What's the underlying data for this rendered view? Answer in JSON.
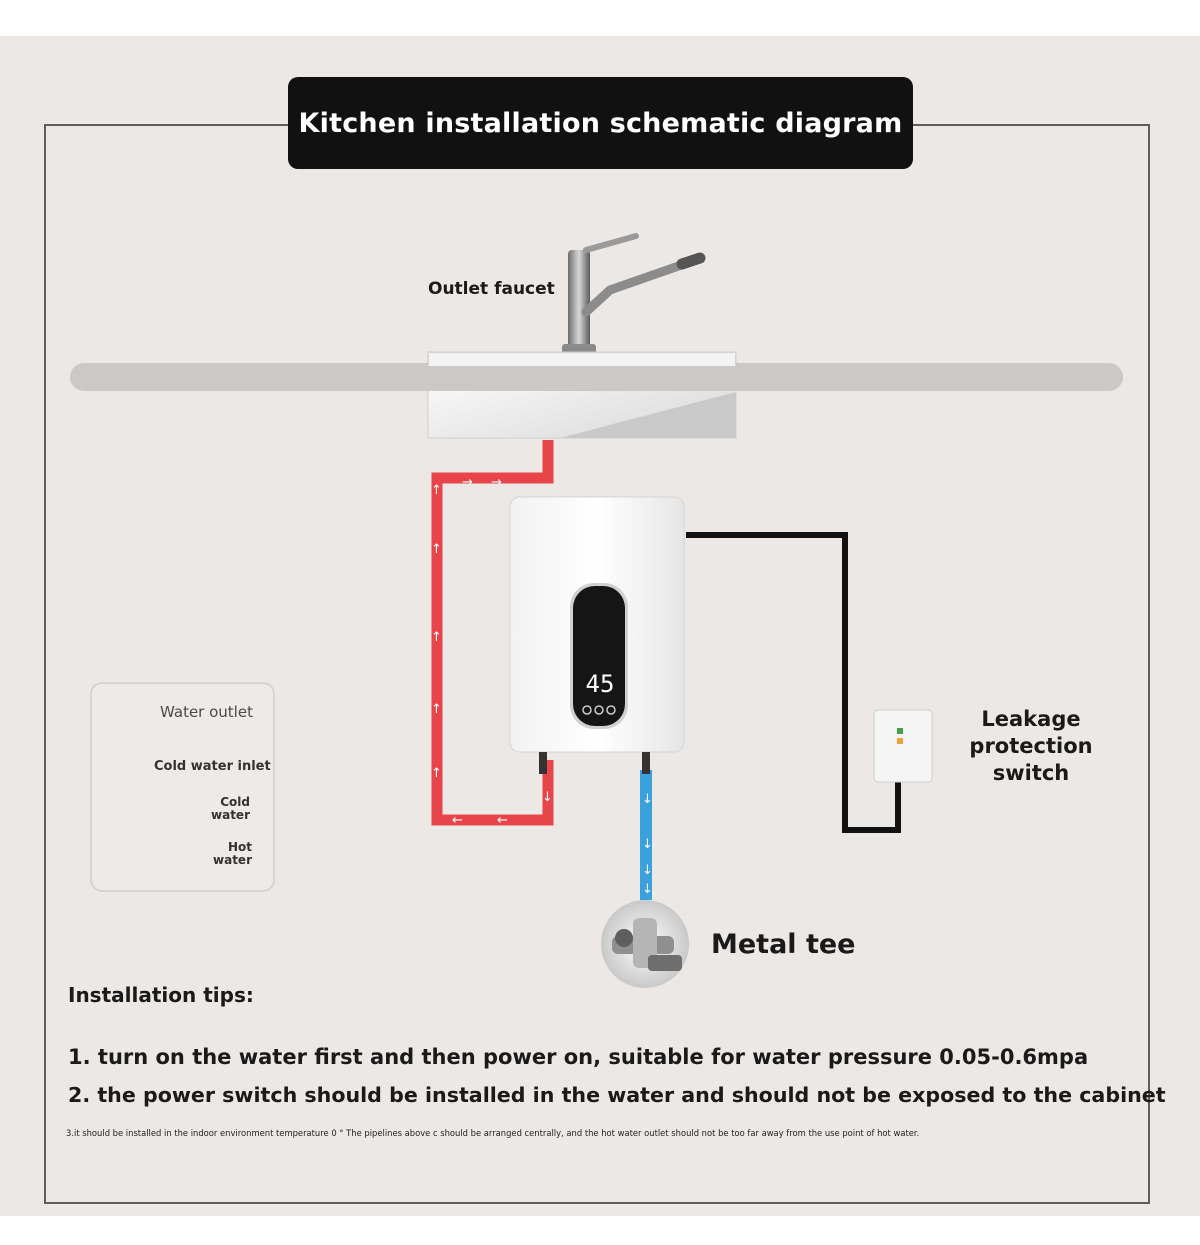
{
  "title": "Kitchen installation schematic diagram",
  "labels": {
    "faucet": "Outlet faucet",
    "leakage": [
      "Leakage",
      "protection",
      "switch"
    ],
    "metal_tee": "Metal tee"
  },
  "heater_display": "45",
  "legend": {
    "water_outlet": "Water outlet",
    "cold_water_inlet": "Cold water inlet",
    "cold_water": [
      "Cold",
      "water"
    ],
    "hot_water": [
      "Hot",
      "water"
    ]
  },
  "tips": {
    "heading": "Installation tips:",
    "items": [
      "1. turn on the water first and then power on, suitable for water pressure 0.05-0.6mpa",
      "2. the power switch should be installed in the water and should not be exposed to the cabinet",
      "3.it should be installed in the indoor environment temperature 0 ° The pipelines above c should be arranged centrally, and the hot water outlet should not be too far away from the use point of hot water."
    ]
  },
  "colors": {
    "hot": "#e8454a",
    "cold": "#3aa1dc",
    "title_bg": "#111111",
    "background": "#ebe8e5"
  }
}
